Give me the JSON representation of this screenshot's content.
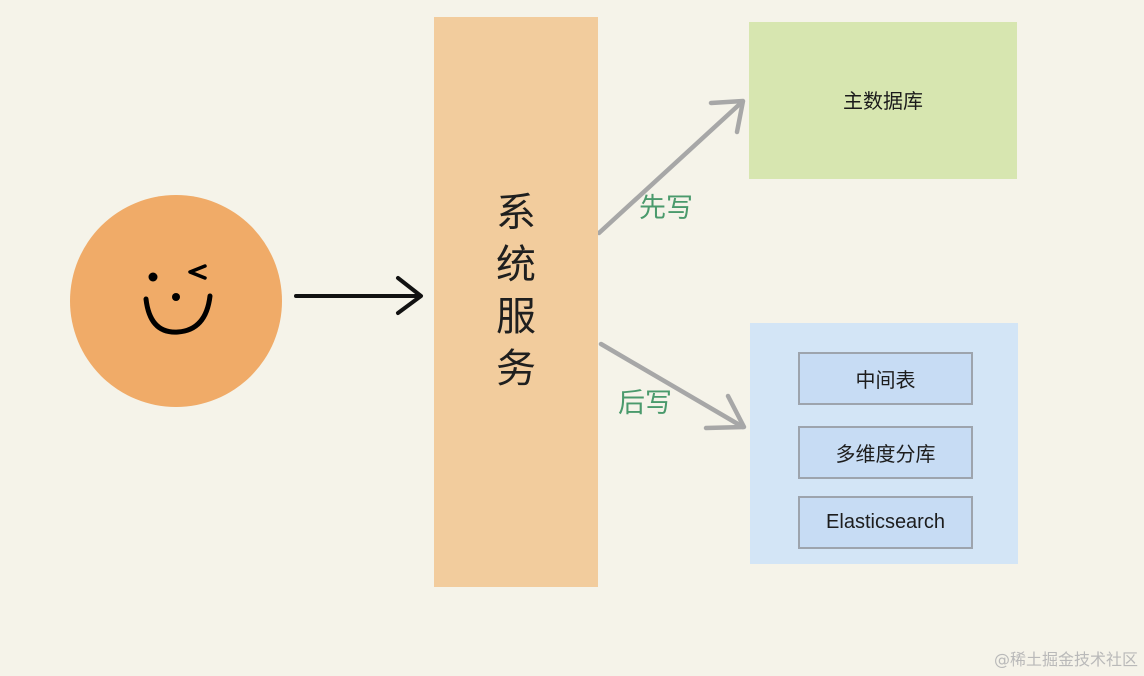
{
  "user": {
    "icon": "winking-face-icon",
    "fill_color": "#f0ab68"
  },
  "service": {
    "label_chars": [
      "系",
      "统",
      "服",
      "务"
    ],
    "fill_color": "#f2cc9d"
  },
  "edges": {
    "first_label": "先写",
    "after_label": "后写",
    "label_color": "#4a9a6c"
  },
  "primary_store": {
    "label": "主数据库",
    "fill_color": "#d7e6b0"
  },
  "secondary_stores": {
    "fill_color": "#d3e5f6",
    "items": [
      "中间表",
      "多维度分库",
      "Elasticsearch"
    ]
  },
  "watermark": "@稀土掘金技术社区"
}
